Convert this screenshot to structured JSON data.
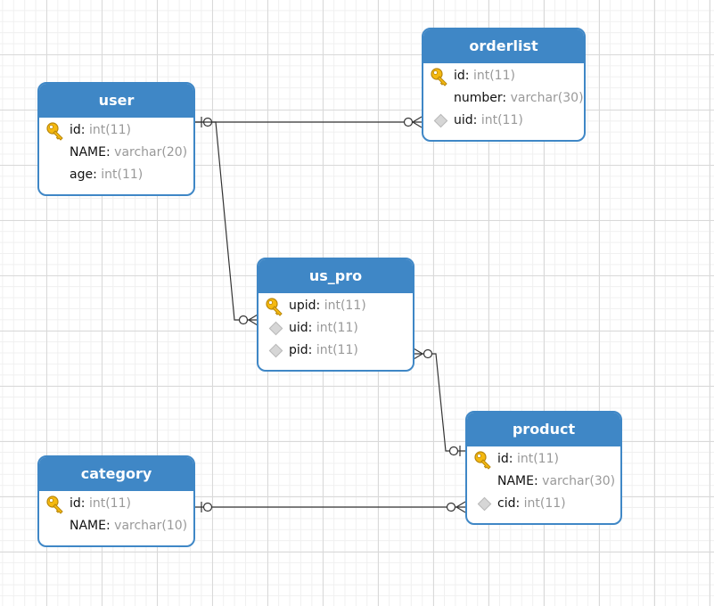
{
  "entities": {
    "user": {
      "title": "user",
      "fields": [
        {
          "name": "id",
          "type": "int(11)",
          "key": "primary"
        },
        {
          "name": "NAME",
          "type": "varchar(20)",
          "key": "none"
        },
        {
          "name": "age",
          "type": "int(11)",
          "key": "none"
        }
      ]
    },
    "orderlist": {
      "title": "orderlist",
      "fields": [
        {
          "name": "id",
          "type": "int(11)",
          "key": "primary"
        },
        {
          "name": "number",
          "type": "varchar(30)",
          "key": "none"
        },
        {
          "name": "uid",
          "type": "int(11)",
          "key": "foreign"
        }
      ]
    },
    "us_pro": {
      "title": "us_pro",
      "fields": [
        {
          "name": "upid",
          "type": "int(11)",
          "key": "primary"
        },
        {
          "name": "uid",
          "type": "int(11)",
          "key": "foreign"
        },
        {
          "name": "pid",
          "type": "int(11)",
          "key": "foreign"
        }
      ]
    },
    "product": {
      "title": "product",
      "fields": [
        {
          "name": "id",
          "type": "int(11)",
          "key": "primary"
        },
        {
          "name": "NAME",
          "type": "varchar(30)",
          "key": "none"
        },
        {
          "name": "cid",
          "type": "int(11)",
          "key": "foreign"
        }
      ]
    },
    "category": {
      "title": "category",
      "fields": [
        {
          "name": "id",
          "type": "int(11)",
          "key": "primary"
        },
        {
          "name": "NAME",
          "type": "varchar(10)",
          "key": "none"
        }
      ]
    }
  },
  "relationships": [
    {
      "from": "user",
      "to": "orderlist",
      "from_cardinality": "one",
      "to_cardinality": "many"
    },
    {
      "from": "user",
      "to": "us_pro",
      "from_cardinality": "one",
      "to_cardinality": "many"
    },
    {
      "from": "product",
      "to": "us_pro",
      "from_cardinality": "one",
      "to_cardinality": "many"
    },
    {
      "from": "category",
      "to": "product",
      "from_cardinality": "one",
      "to_cardinality": "many"
    }
  ],
  "icons": {
    "primary": "key-icon",
    "foreign": "diamond-icon"
  },
  "colors": {
    "header": "#3f87c6",
    "border": "#3f87c6",
    "key_gold": "#f5b90f",
    "type_text": "#999999",
    "connector": "#333333",
    "diamond": "#d6d6d6"
  }
}
